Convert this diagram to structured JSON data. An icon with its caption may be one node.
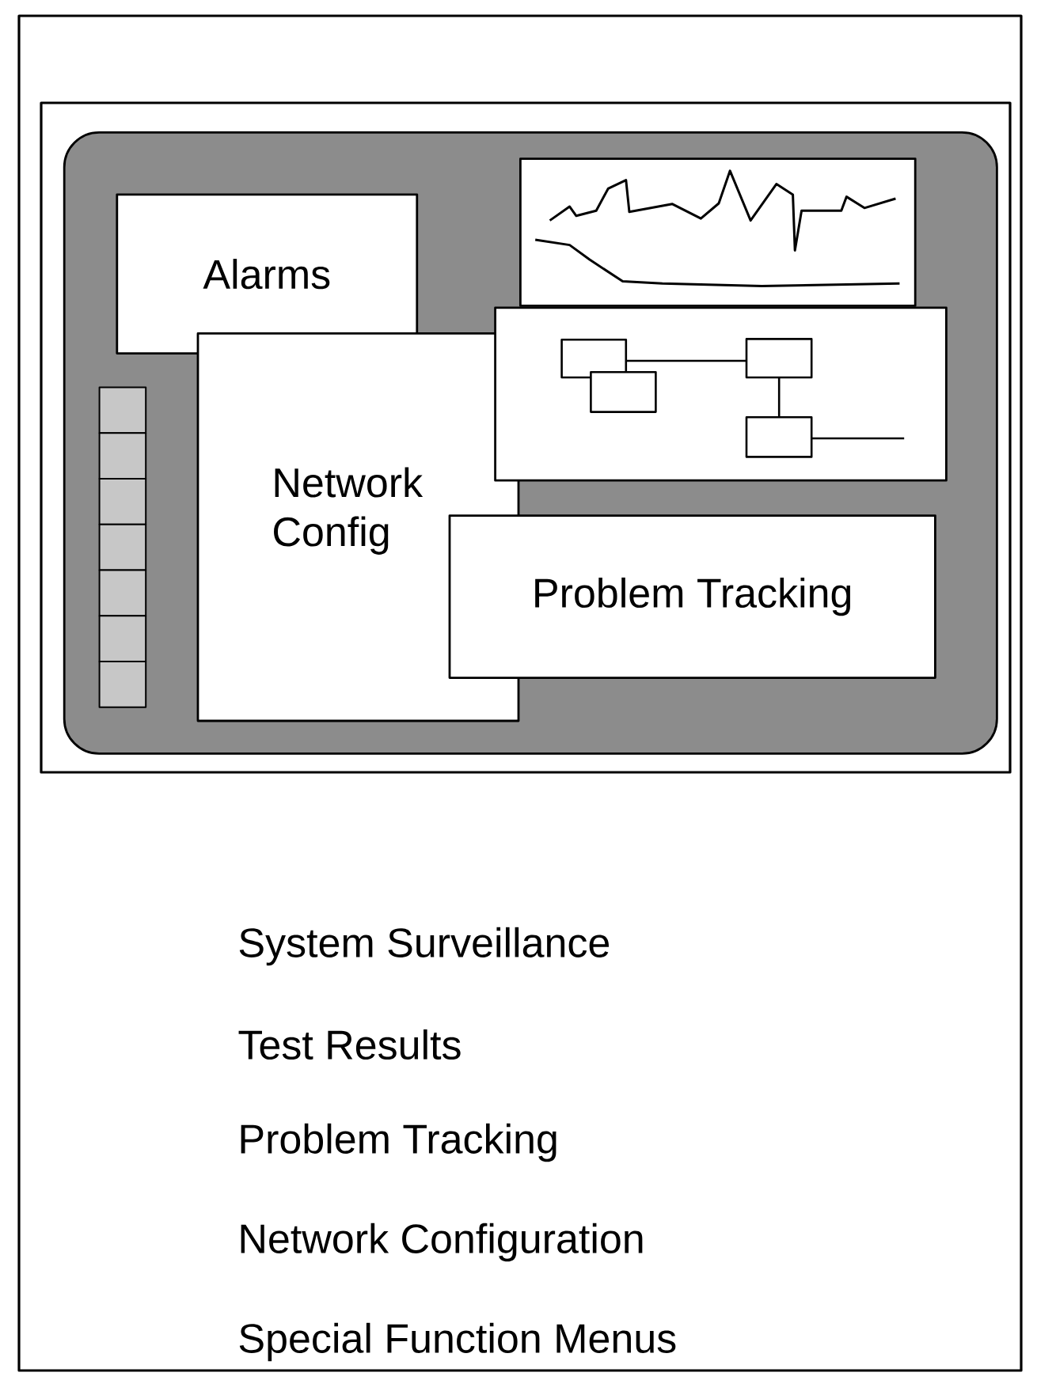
{
  "diagram": {
    "nodes": [
      {
        "text": [
          "Alarms"
        ]
      },
      {
        "text": [],
        "shape": "picture"
      },
      {
        "text": [
          "Network Config"
        ]
      },
      {
        "text": [],
        "shape": "picture"
      },
      {
        "text": [
          "Problem Tracking"
        ]
      }
    ],
    "labels": [
      "System Surveillance",
      "Test Results",
      "Problem Tracking",
      "Network Configuration",
      "Special Function Menus"
    ]
  }
}
